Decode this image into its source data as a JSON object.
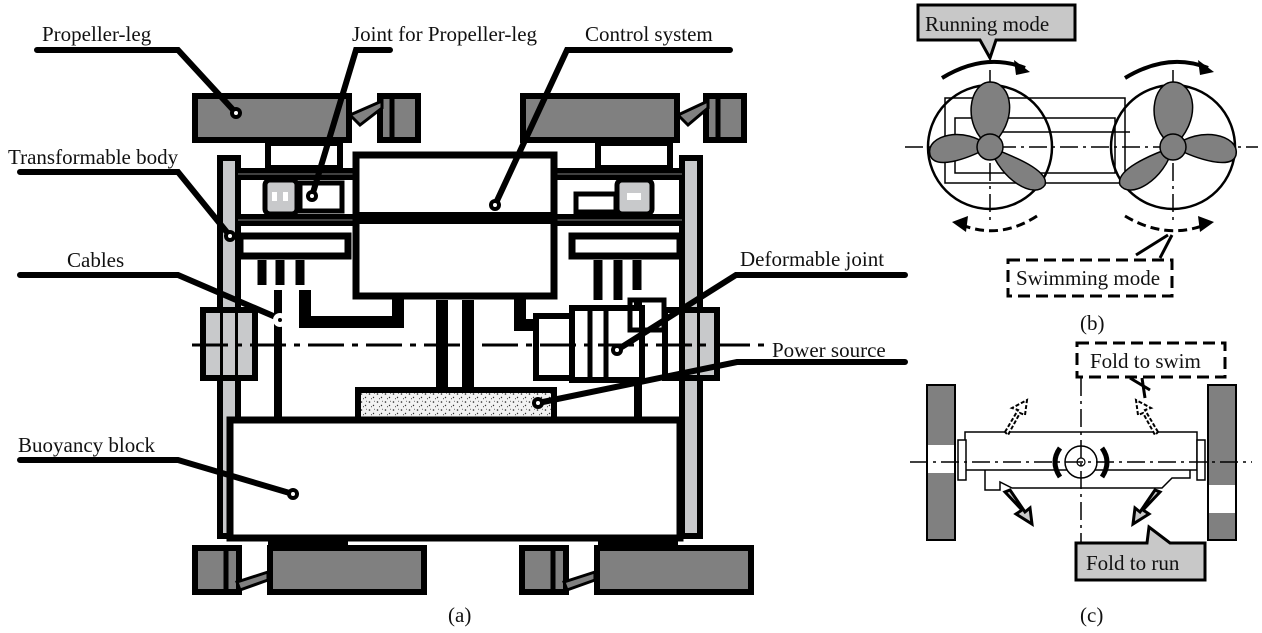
{
  "figure": {
    "panels": [
      {
        "id": "a",
        "caption": "(a)",
        "labels": {
          "propeller_leg": "Propeller-leg",
          "joint_for_propeller_leg": "Joint for Propeller-leg",
          "control_system": "Control system",
          "transformable_body": "Transformable body",
          "cables": "Cables",
          "deformable_joint": "Deformable joint",
          "power_source": "Power source",
          "buoyancy_block": "Buoyancy block"
        }
      },
      {
        "id": "b",
        "caption": "(b)",
        "labels": {
          "running_mode": "Running mode",
          "swimming_mode": "Swimming mode"
        }
      },
      {
        "id": "c",
        "caption": "(c)",
        "labels": {
          "fold_to_swim": "Fold to swim",
          "fold_to_run": "Fold to run"
        }
      }
    ]
  },
  "colors": {
    "outline": "#000000",
    "leg_fill": "#808080",
    "frame_fill": "#c8c9cb",
    "callout_fill": "#c8c8c8",
    "background": "#ffffff"
  }
}
